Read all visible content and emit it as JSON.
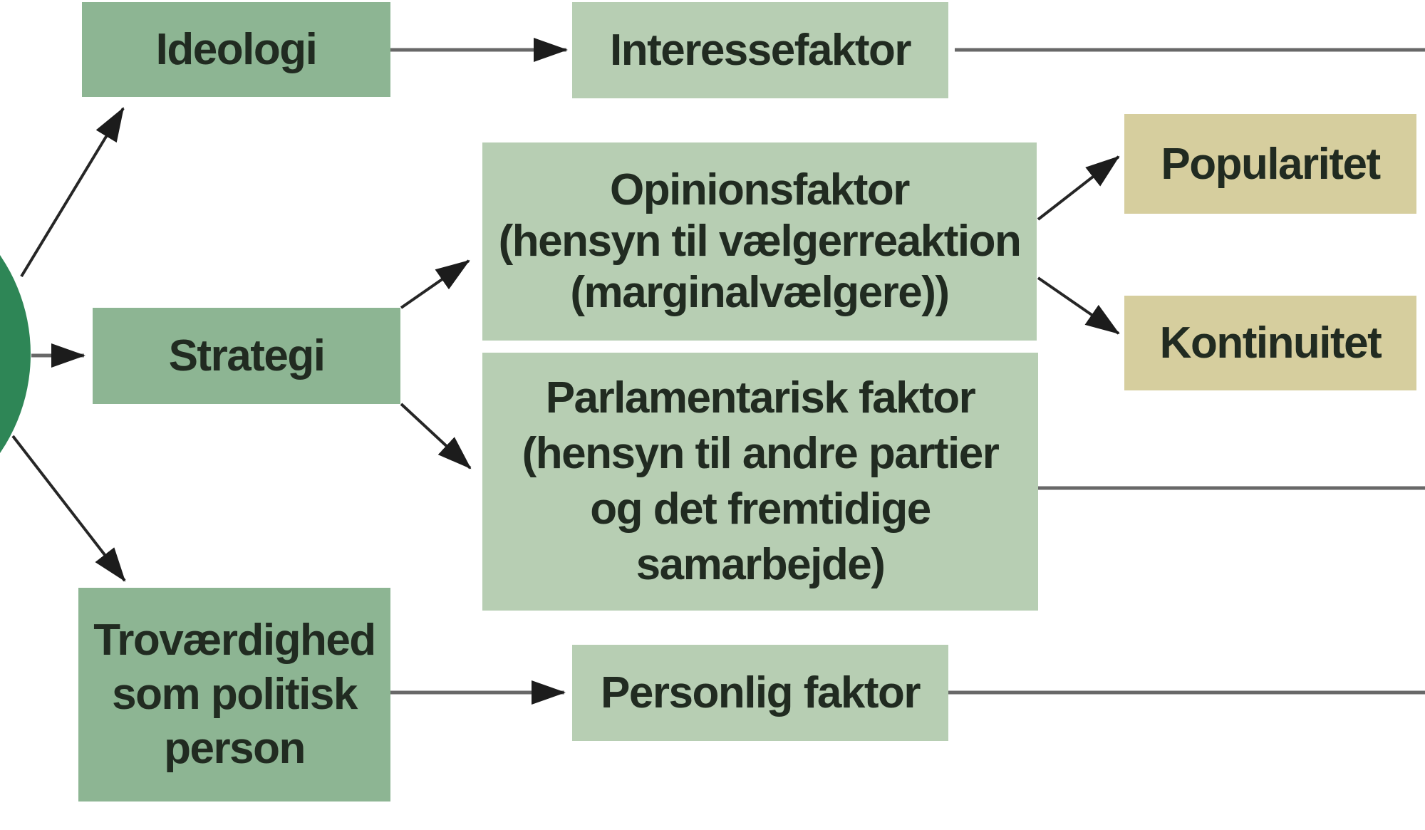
{
  "colors": {
    "node_medium": "#8db593",
    "node_light": "#b7ceb3",
    "node_tan": "#d6ce9e",
    "hub_green": "#2e8656",
    "text_dark": "#212b21",
    "line_gray": "#686868",
    "arrow_black": "#262626",
    "bg": "#ffffff"
  },
  "nodes": {
    "ideologi": {
      "label": "Ideologi"
    },
    "interessefaktor": {
      "label": "Interessefaktor"
    },
    "opinionsfaktor": {
      "label": "Opinionsfaktor\n(hensyn til vælgerreaktion\n(marginalvælgere))"
    },
    "strategi": {
      "label": "Strategi"
    },
    "parlamentarisk": {
      "label": "Parlamentarisk faktor\n(hensyn til andre partier\nog det fremtidige\nsamarbejde)"
    },
    "popularitet": {
      "label": "Popularitet"
    },
    "kontinuitet": {
      "label": "Kontinuitet"
    },
    "trovaerdighed": {
      "label": "Troværdighed\nsom politisk\nperson"
    },
    "personlig": {
      "label": "Personlig faktor"
    }
  },
  "edges": [
    {
      "from": "hub",
      "to": "ideologi",
      "style": "arrow"
    },
    {
      "from": "hub",
      "to": "strategi",
      "style": "arrow"
    },
    {
      "from": "hub",
      "to": "trovaerdighed",
      "style": "arrow"
    },
    {
      "from": "ideologi",
      "to": "interessefaktor",
      "style": "arrow"
    },
    {
      "from": "interessefaktor",
      "to": "right-edge",
      "style": "line"
    },
    {
      "from": "strategi",
      "to": "opinionsfaktor",
      "style": "arrow"
    },
    {
      "from": "strategi",
      "to": "parlamentarisk",
      "style": "arrow"
    },
    {
      "from": "opinionsfaktor",
      "to": "popularitet",
      "style": "arrow"
    },
    {
      "from": "opinionsfaktor",
      "to": "kontinuitet",
      "style": "arrow"
    },
    {
      "from": "parlamentarisk",
      "to": "right-edge",
      "style": "line"
    },
    {
      "from": "trovaerdighed",
      "to": "personlig",
      "style": "arrow"
    },
    {
      "from": "personlig",
      "to": "right-edge",
      "style": "line"
    }
  ]
}
